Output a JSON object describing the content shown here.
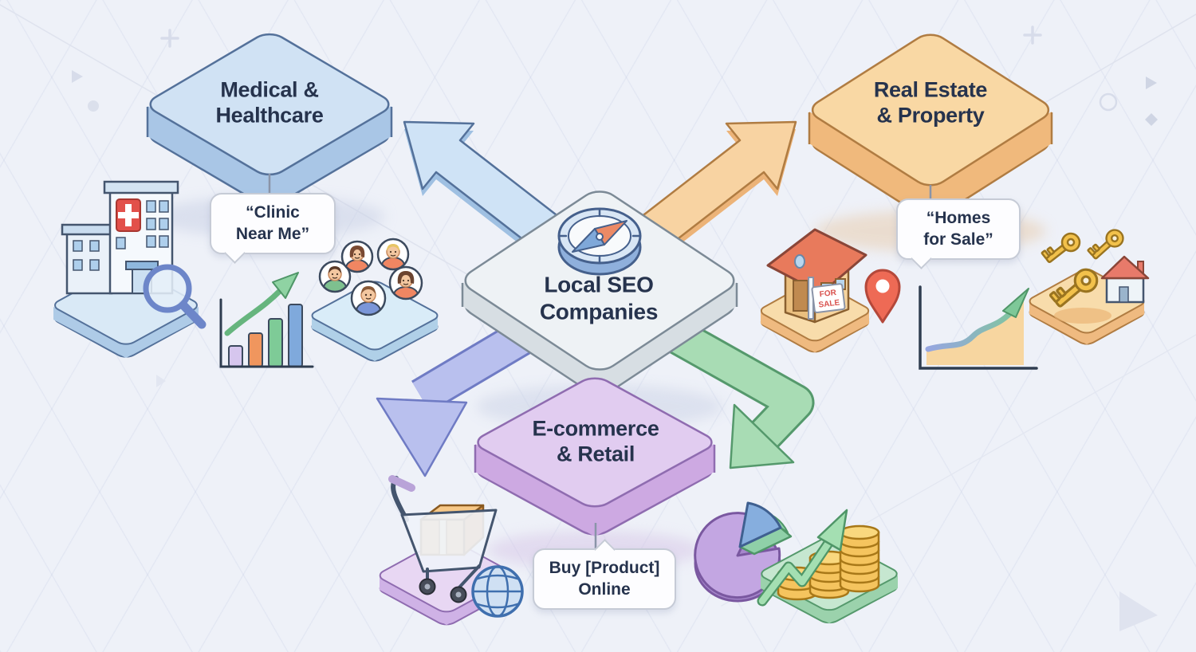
{
  "diagram": {
    "background_color": "#eef1f8",
    "text_color": "#26334d",
    "center": {
      "label": "Local SEO\nCompanies",
      "icon": "compass-icon",
      "tile_color": "#eef2f5"
    },
    "nodes": [
      {
        "id": "medical-healthcare",
        "label": "Medical &\nHealthcare",
        "bubble": "“Clinic\nNear Me”",
        "tile_color": "#d0e2f4",
        "arrow_color": "#cfe3f6",
        "icons": [
          "hospital-building-icon",
          "search-magnifier-icon",
          "growth-bar-chart-icon",
          "patients-group-icon",
          "speech-bubble"
        ]
      },
      {
        "id": "real-estate-property",
        "label": "Real Estate\n& Property",
        "bubble": "“Homes\nfor Sale”",
        "sign": [
          "FOR",
          "SALE"
        ],
        "tile_color": "#f9d8a4",
        "arrow_color": "#f8d3a2",
        "icons": [
          "house-for-sale-icon",
          "location-pin-icon",
          "growth-line-chart-icon",
          "property-keys-icon",
          "small-house-icon",
          "speech-bubble"
        ]
      },
      {
        "id": "ecommerce-retail",
        "label": "E-commerce\n& Retail",
        "bubble": "Buy [Product]\nOnline",
        "tile_color": "#e1ccf0",
        "arrow_colors": [
          "#b9c0ee",
          "#a8dcb4"
        ],
        "icons": [
          "shopping-cart-icon",
          "package-box-icon",
          "globe-icon",
          "pie-chart-icon",
          "coins-growth-icon",
          "speech-bubble"
        ]
      }
    ]
  }
}
